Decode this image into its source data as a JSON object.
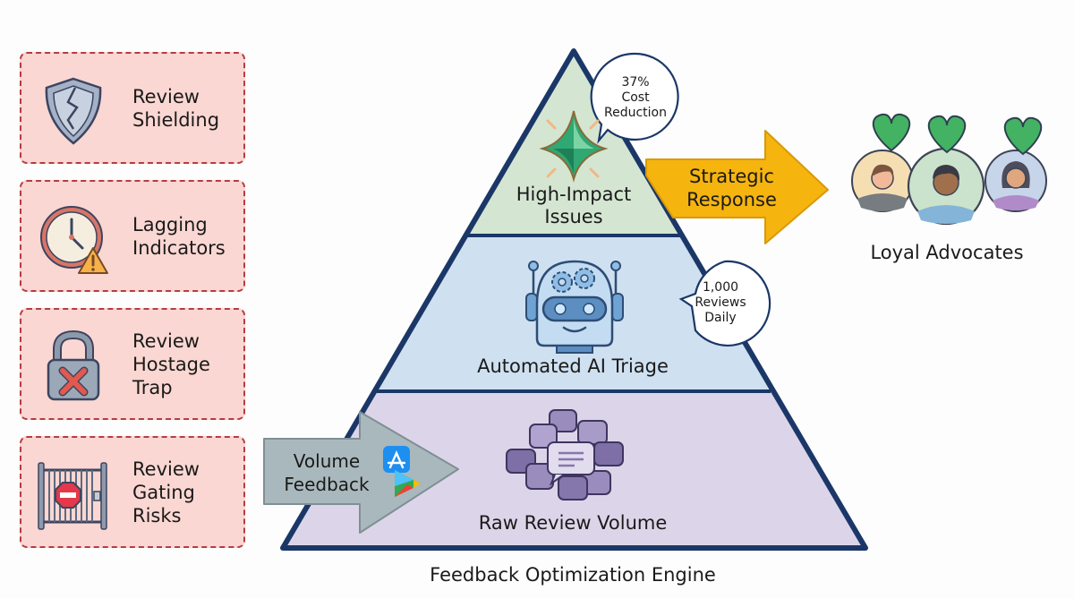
{
  "title": "Feedback Optimization Engine",
  "risk_cards": [
    {
      "name": "review-shielding",
      "icon": "cracked-shield-icon",
      "lines": [
        "Review",
        "Shielding"
      ]
    },
    {
      "name": "lagging-indicators",
      "icon": "clock-warning-icon",
      "lines": [
        "Lagging",
        "Indicators"
      ]
    },
    {
      "name": "review-hostage-trap",
      "icon": "locked-padlock-x-icon",
      "lines": [
        "Review",
        "Hostage",
        "Trap"
      ]
    },
    {
      "name": "review-gating-risks",
      "icon": "gate-stop-sign-icon",
      "lines": [
        "Review",
        "Gating",
        "Risks"
      ]
    }
  ],
  "pyramid": {
    "tiers": [
      {
        "name": "high-impact-issues",
        "lines": [
          "High-Impact",
          "Issues"
        ],
        "icon": "sparkle-gem-icon",
        "color": "#d4e6d2"
      },
      {
        "name": "automated-ai-triage",
        "lines": [
          "Automated AI Triage"
        ],
        "icon": "robot-gears-icon",
        "color": "#cfe0f0"
      },
      {
        "name": "raw-review-volume",
        "lines": [
          "Raw Review Volume"
        ],
        "icon": "chat-bubbles-icon",
        "color": "#dcd5e9"
      }
    ],
    "outline_color": "#1b3768"
  },
  "callouts": {
    "cost": {
      "lines": [
        "37%",
        "Cost",
        "Reduction"
      ]
    },
    "reviews": {
      "lines": [
        "1,000",
        "Reviews",
        "Daily"
      ]
    }
  },
  "input_arrow": {
    "lines": [
      "Volume",
      "Feedback"
    ],
    "icons": [
      "app-store-icon",
      "google-play-icon"
    ],
    "color": "#a9b8bd"
  },
  "output_arrow": {
    "lines": [
      "Strategic",
      "Response"
    ],
    "color": "#f6b40f"
  },
  "advocates": {
    "label": "Loyal Advocates",
    "icon": "heart-icon",
    "heart_color": "#43b262"
  }
}
